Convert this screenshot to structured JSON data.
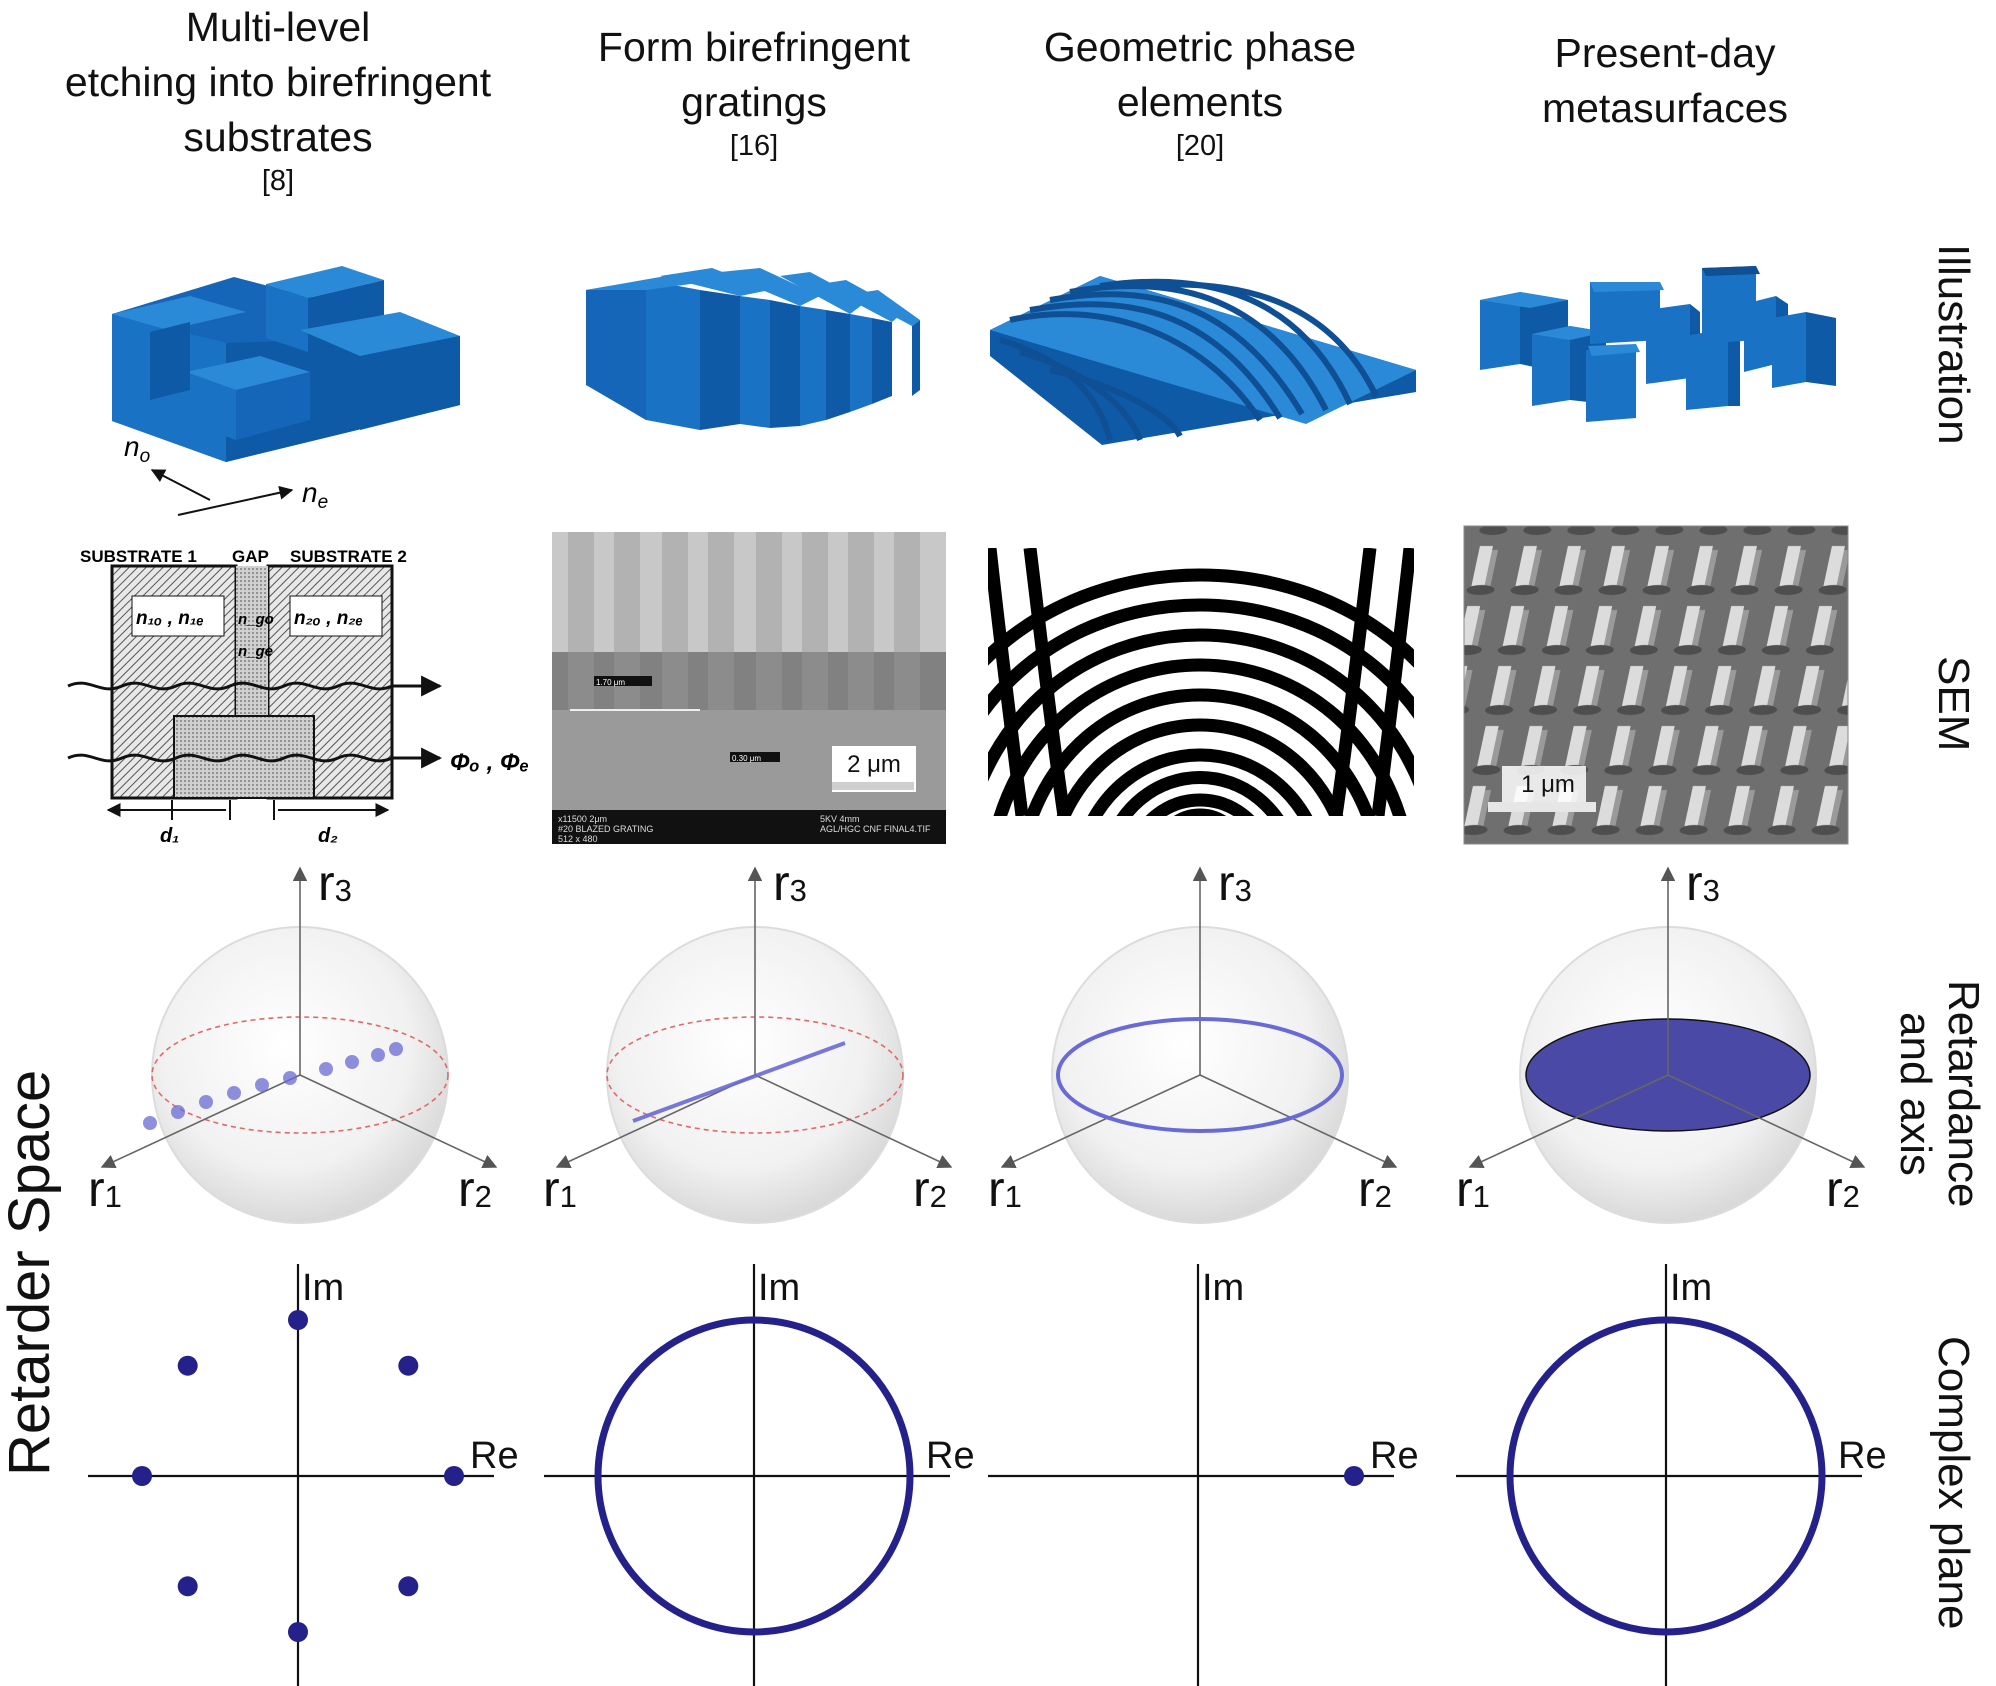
{
  "columns": [
    {
      "title_lines": [
        "Multi-level",
        "etching into birefringent",
        "substrates"
      ],
      "ref": "[8]"
    },
    {
      "title_lines": [
        "Form birefringent",
        "gratings"
      ],
      "ref": "[16]"
    },
    {
      "title_lines": [
        "Geometric phase",
        "elements"
      ],
      "ref": "[20]"
    },
    {
      "title_lines": [
        "Present-day",
        "metasurfaces"
      ],
      "ref": ""
    }
  ],
  "row_labels": {
    "illustration": "Illustration",
    "sem": "SEM",
    "retardance_line1": "Retardance",
    "retardance_line2": "and axis",
    "complex": "Complex plane"
  },
  "side_label": "Retarder Space",
  "axis_labels": {
    "n_o": "n",
    "n_o_sub": "o",
    "n_e": "n",
    "n_e_sub": "e",
    "r1": "r",
    "r1_sub": "1",
    "r2": "r",
    "r2_sub": "2",
    "r3": "r",
    "r3_sub": "3",
    "re": "Re",
    "im": "Im"
  },
  "sem_panel1": {
    "substrate1": "SUBSTRATE 1",
    "gap": "GAP",
    "substrate2": "SUBSTRATE 2",
    "n1": "n₁ₒ , n₁ₑ",
    "n2": "n₂ₒ , n₂ₑ",
    "ngo": "n_go",
    "nge": "n_ge",
    "phi": "Φₒ , Φₑ",
    "d1": "d₁",
    "d2": "d₂"
  },
  "sem_panel2": {
    "scale": "2 μm",
    "meas1": "1.70 μm",
    "meas2": "0.30 μm",
    "info_left": "x11500   2μm",
    "info_mid": "#20  BLAZED GRATING",
    "info_mid2": "512 x 480",
    "info_right": "5KV        4mm",
    "info_right2": "AGL/HGC CNF  FINAL4.TIF"
  },
  "sem_panel4": {
    "scale": "1 μm"
  },
  "colors": {
    "block_blue": "#1a72c4",
    "block_dark": "#0f4f94",
    "block_light": "#2b8ad8",
    "trace_purple": "#6a6ad6",
    "complex_navy": "#24218a",
    "dashed_red": "#e06a6a"
  }
}
